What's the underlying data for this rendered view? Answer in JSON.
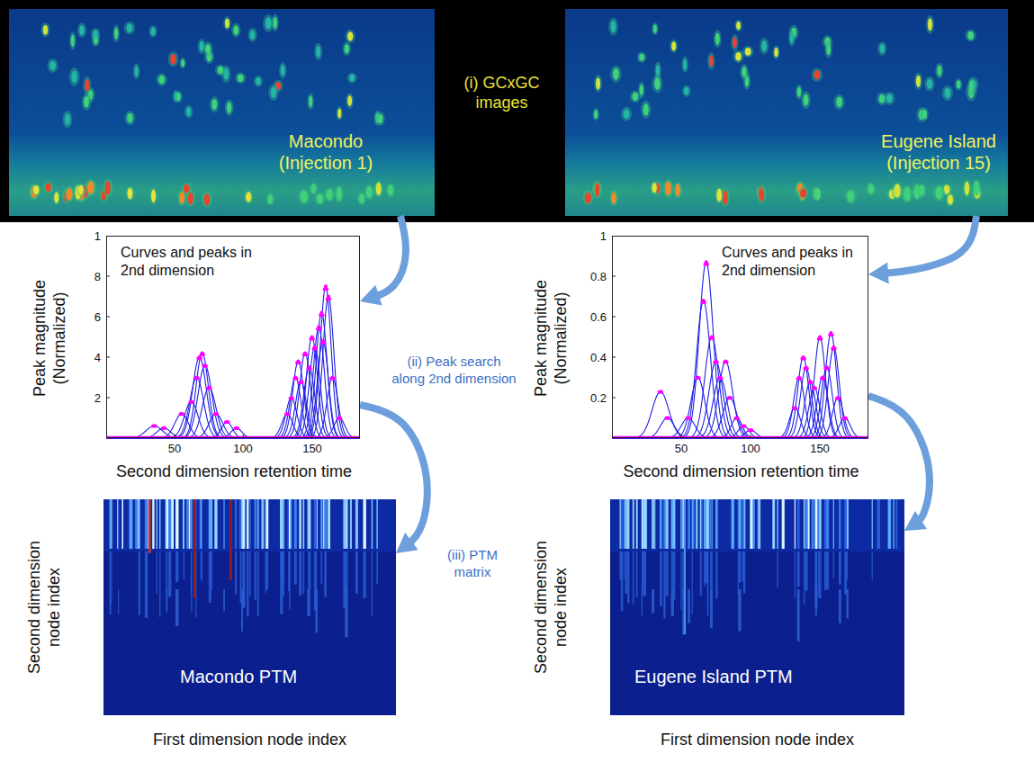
{
  "diagram": {
    "nodes": [
      {
        "text": [
          "Macondo (Injection 1)"
        ]
      },
      {
        "text": [
          "Eugene Island (Injection 15)"
        ]
      },
      {
        "text": [
          "Curves and peaks in 2nd dimension",
          "Peak magnitude (Normalized)",
          "Second dimension retention time"
        ]
      },
      {
        "text": [
          "Curves and peaks in 2nd dimension",
          "Peak magnitude (Normalized)",
          "Second dimension retention time"
        ]
      },
      {
        "text": [
          "Macondo PTM",
          "Second dimension node index",
          "First dimension node index"
        ]
      },
      {
        "text": [
          "Eugene Island PTM",
          "Second dimension node index",
          "First dimension node index"
        ]
      }
    ],
    "edges": [
      {
        "from": 0,
        "to": 2,
        "arrow": "to"
      },
      {
        "from": 1,
        "to": 3,
        "arrow": "to"
      },
      {
        "from": 2,
        "to": 4,
        "arrow": "to"
      },
      {
        "from": 3,
        "to": 5,
        "arrow": "to"
      }
    ],
    "labels": [
      "(i) GCxGC images",
      "1",
      "8",
      "6",
      "4",
      "2",
      "50",
      "100",
      "150",
      "(ii) Peak search along 2nd dimension",
      "1",
      "0.8",
      "0.6",
      "0.4",
      "0.2",
      "50",
      "100",
      "150",
      "(iii) PTM matrix"
    ]
  }
}
